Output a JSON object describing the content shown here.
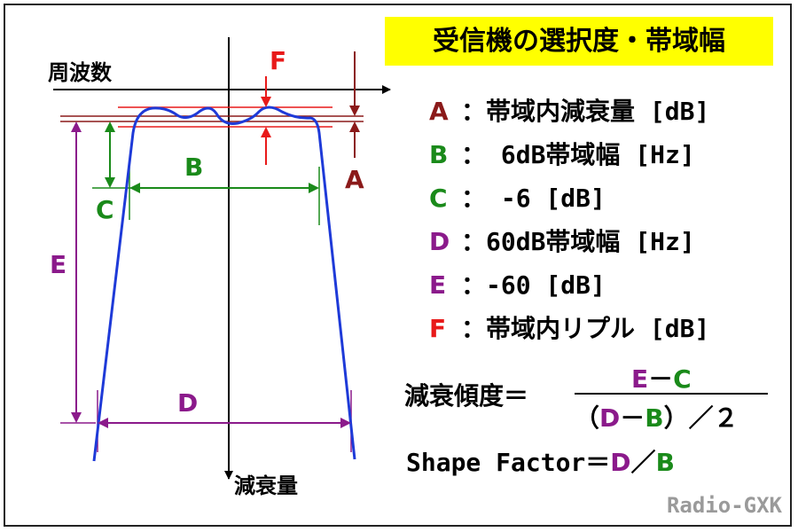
{
  "title": "受信機の選択度・帯域幅",
  "axis": {
    "x_label": "周波数",
    "y_label": "減衰量"
  },
  "markers": {
    "A": "A",
    "B": "B",
    "C": "C",
    "D": "D",
    "E": "E",
    "F": "F"
  },
  "legend": [
    {
      "letter": "A",
      "text": "：帯域内減衰量 [dB]",
      "color": "#8b1a1a"
    },
    {
      "letter": "B",
      "text": "：  6dB帯域幅 [Hz]",
      "color": "#1a8a1a"
    },
    {
      "letter": "C",
      "text": "：  -6 [dB]",
      "color": "#1a8a1a"
    },
    {
      "letter": "D",
      "text": "：60dB帯域幅 [Hz]",
      "color": "#8b1a8b"
    },
    {
      "letter": "E",
      "text": "：-60 [dB]",
      "color": "#8b1a8b"
    },
    {
      "letter": "F",
      "text": "：帯域内リプル [dB]",
      "color": "#e81a1a"
    }
  ],
  "formula1": {
    "label": "減衰傾度＝",
    "num_e": "E",
    "num_minus": "－",
    "num_c": "C",
    "den_open": "（",
    "den_d": "D",
    "den_minus": "－",
    "den_b": "B",
    "den_close": "）",
    "den_div": "／２"
  },
  "formula2": {
    "label": "Shape Factor＝",
    "d": "D",
    "slash": "／",
    "b": "B"
  },
  "watermark": "Radio-GXK",
  "colors": {
    "curve": "#1e3ad8",
    "A": "#8b1a1a",
    "B": "#1a8a1a",
    "C": "#1a8a1a",
    "D": "#8b1a8b",
    "E": "#8b1a8b",
    "F": "#e81a1a",
    "title_bg": "#ffff00"
  }
}
